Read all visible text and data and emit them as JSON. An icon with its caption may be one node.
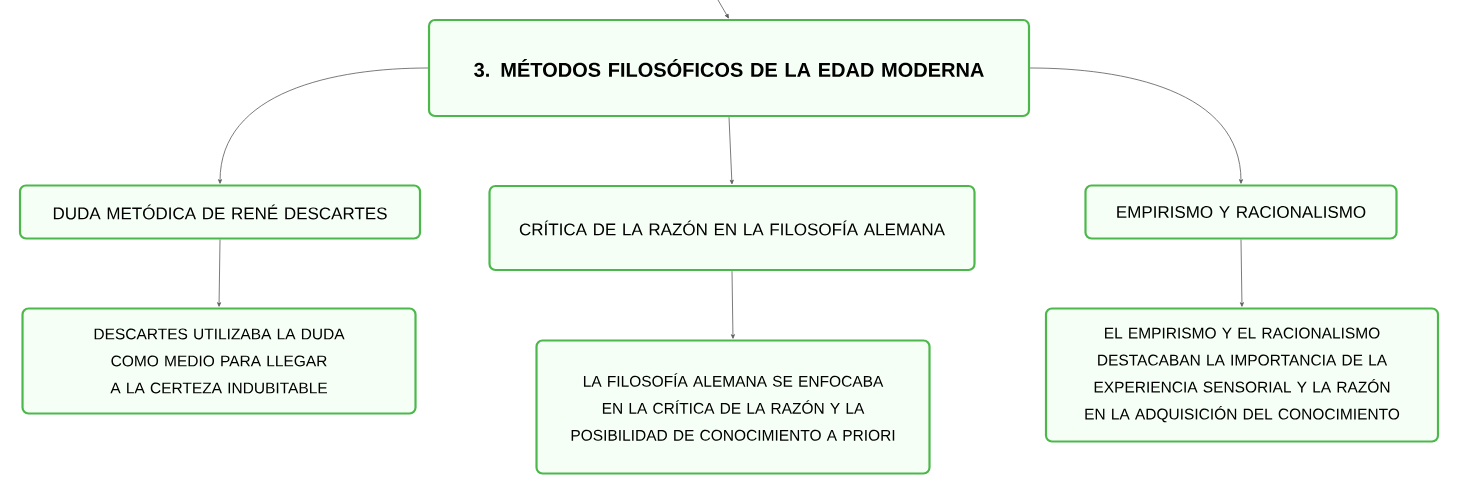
{
  "diagram": {
    "nodes": [
      {
        "text": [
          "3. MÉTODOS FILOSÓFICOS DE LA EDAD MODERNA"
        ]
      },
      {
        "text": [
          "DUDA METÓDICA DE RENÉ DESCARTES"
        ]
      },
      {
        "text": [
          "CRÍTICA DE LA RAZÓN EN LA FILOSOFÍA ALEMANA"
        ]
      },
      {
        "text": [
          "EMPIRISMO Y RACIONALISMO"
        ]
      },
      {
        "text": [
          "DESCARTES UTILIZABA LA DUDA COMO MEDIO PARA LLEGAR A LA CERTEZA INDUBITABLE"
        ]
      },
      {
        "text": [
          "LA FILOSOFÍA ALEMANA SE ENFOCABA EN LA CRÍTICA DE LA RAZÓN Y LA POSIBILIDAD DE CONOCIMIENTO A PRIORI"
        ]
      },
      {
        "text": [
          "EL EMPIRISMO Y EL RACIONALISMO DESTACABAN LA IMPORTANCIA DE LA EXPERIENCIA SENSORIAL Y LA RAZÓN EN LA ADQUISICIÓN DEL CONOCIMIENTO"
        ]
      }
    ],
    "edges": [
      {
        "from": null,
        "to": 0,
        "arrow": "to"
      },
      {
        "from": 0,
        "to": 1,
        "arrow": "to"
      },
      {
        "from": 0,
        "to": 2,
        "arrow": "to"
      },
      {
        "from": 0,
        "to": 3,
        "arrow": "to"
      },
      {
        "from": 1,
        "to": 4,
        "arrow": "to"
      },
      {
        "from": 2,
        "to": 5,
        "arrow": "to"
      },
      {
        "from": 3,
        "to": 6,
        "arrow": "to"
      }
    ]
  }
}
